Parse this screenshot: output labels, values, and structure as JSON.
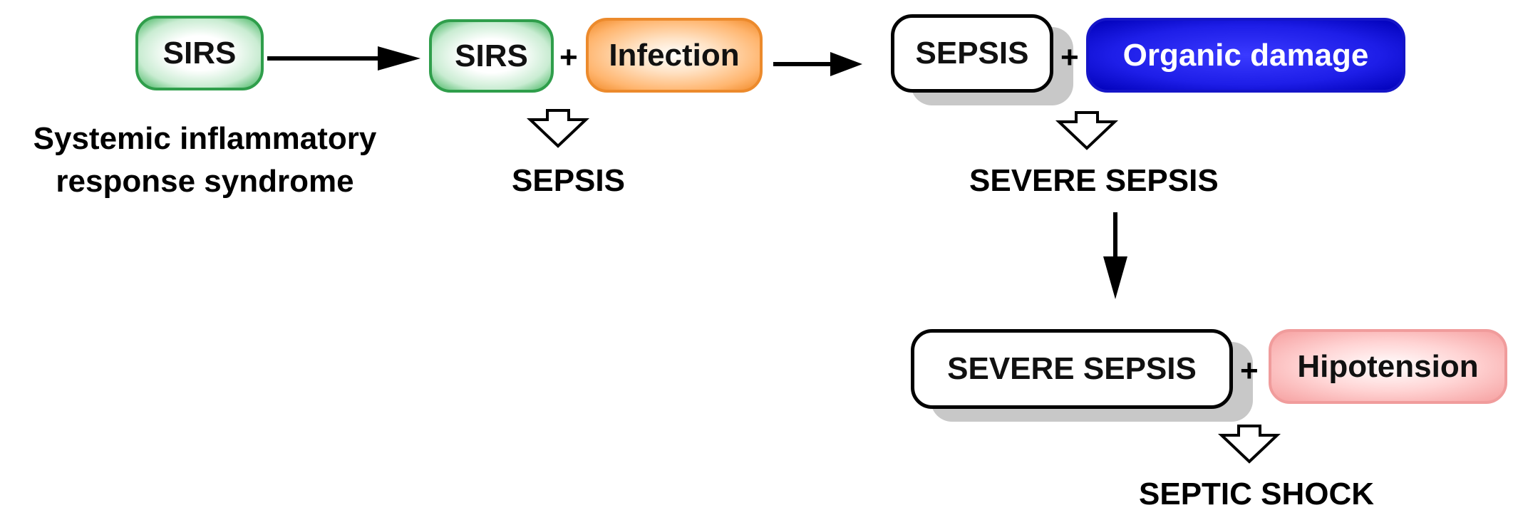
{
  "nodes": {
    "sirs_1": "SIRS",
    "sirs_2": "SIRS",
    "infection": "Infection",
    "sepsis_box": "SEPSIS",
    "organic_damage": "Organic damage",
    "severe_sepsis_box": "SEVERE SEPSIS",
    "hipotension": "Hipotension"
  },
  "labels": {
    "sirs_line1": "Systemic inflammatory",
    "sirs_line2": "response syndrome",
    "sepsis": "SEPSIS",
    "severe_sepsis": "SEVERE SEPSIS",
    "septic_shock": "SEPTIC SHOCK"
  },
  "operators": {
    "plus_1": "+",
    "plus_2": "+",
    "plus_3": "+"
  },
  "colors": {
    "green": "#2f9e4b",
    "orange": "#ec8a2c",
    "blue": "#1515c8",
    "pink": "#f09c9c",
    "shadow": "#c8c8c8"
  }
}
